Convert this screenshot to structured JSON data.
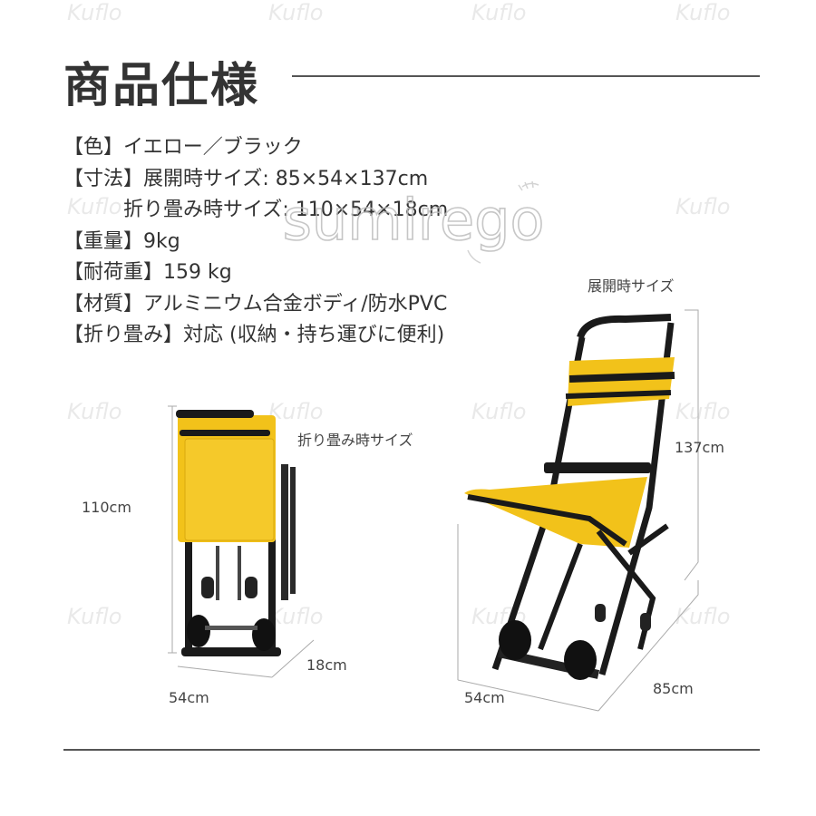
{
  "title": "商品仕様",
  "specs": {
    "color": "【色】イエロー／ブラック",
    "size_open": "【寸法】展開時サイズ: 85×54×137cm",
    "size_folded": "折り畳み時サイズ: 110×54×18cm",
    "weight": "【重量】9kg",
    "load": "【耐荷重】159 kg",
    "material": "【材質】アルミニウム合金ボディ/防水PVC",
    "folding": "【折り畳み】対応 (収納・持ち運びに便利)"
  },
  "folded": {
    "caption": "折り畳み時サイズ",
    "height": "110cm",
    "width": "54cm",
    "depth": "18cm"
  },
  "open": {
    "caption": "展開時サイズ",
    "height": "137cm",
    "width": "54cm",
    "depth": "85cm"
  },
  "watermark": {
    "logo_text": "sumirego",
    "brand": "Kuflo"
  },
  "colors": {
    "seat_yellow": "#f2c21a",
    "frame_black": "#1a1a1a",
    "text": "#333333"
  }
}
